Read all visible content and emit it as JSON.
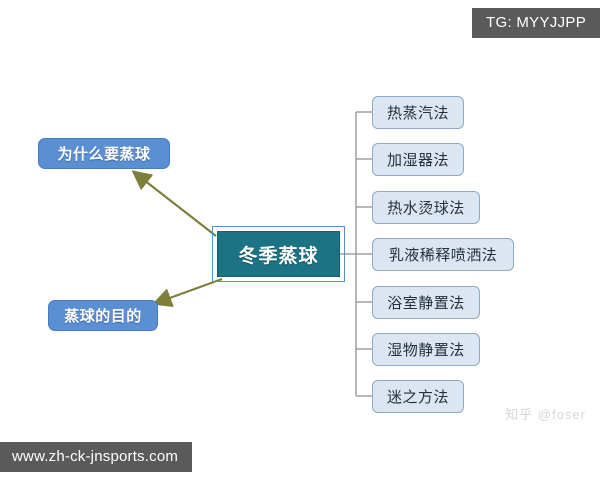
{
  "badge": {
    "text": "TG: MYYJJPP"
  },
  "footer": {
    "url": "www.zh-ck-jnsports.com"
  },
  "watermark": {
    "text": "知乎 @foser"
  },
  "mindmap": {
    "center": {
      "label": "冬季蒸球"
    },
    "left_branches": [
      {
        "label": "为什么要蒸球"
      },
      {
        "label": "蒸球的目的"
      }
    ],
    "right_branches": [
      {
        "label": "热蒸汽法"
      },
      {
        "label": "加湿器法"
      },
      {
        "label": "热水烫球法"
      },
      {
        "label": "乳液稀释喷洒法"
      },
      {
        "label": "浴室静置法"
      },
      {
        "label": "湿物静置法"
      },
      {
        "label": "迷之方法"
      }
    ]
  },
  "colors": {
    "center_fill": "#1b7384",
    "left_node_fill": "#5b8fd4",
    "right_node_fill": "#dce6f0",
    "right_node_border": "#8fa9c6",
    "arrow": "#7d7f3a",
    "connector": "#9a9a9a",
    "badge_bg": "#5a5a5a",
    "selection": "#5b8fd4"
  }
}
